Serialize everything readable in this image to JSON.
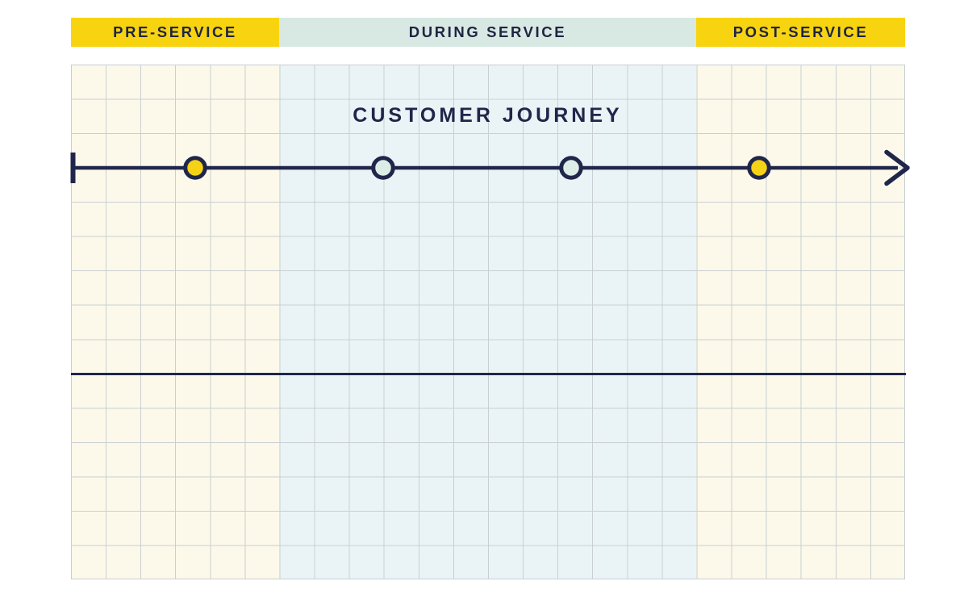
{
  "header": {
    "bands": [
      {
        "id": "pre-service",
        "label": "PRE-SERVICE",
        "background": "#F8D410"
      },
      {
        "id": "during-service",
        "label": "DURING SERVICE",
        "background": "#D8E9E3"
      },
      {
        "id": "post-service",
        "label": "POST-SERVICE",
        "background": "#F8D410"
      }
    ]
  },
  "board": {
    "title": "CUSTOMER JOURNEY",
    "sections": [
      {
        "name": "pre-service",
        "background": "#FCF9EA"
      },
      {
        "name": "during-service",
        "background": "#EAF4F6"
      },
      {
        "name": "post-service",
        "background": "#FCF9EA"
      }
    ],
    "gridline_color": "#C9CFD2",
    "columns": 24,
    "rows": 15
  },
  "timeline": {
    "line_color": "#20264A",
    "dots": [
      {
        "index": 1,
        "phase": "pre-service",
        "color": "#F5D216",
        "ring": "#20264A"
      },
      {
        "index": 2,
        "phase": "during-service",
        "color": "#DCEDE7",
        "ring": "#20264A"
      },
      {
        "index": 3,
        "phase": "during-service",
        "color": "#DCEDE7",
        "ring": "#20264A"
      },
      {
        "index": 4,
        "phase": "post-service",
        "color": "#F5D216",
        "ring": "#20264A"
      }
    ]
  },
  "colors": {
    "navy": "#20264A",
    "yellow": "#F8D410",
    "mint": "#D8E9E3",
    "cream": "#FCF9EA",
    "light_blue": "#EAF4F6",
    "divider": "#20264A"
  }
}
